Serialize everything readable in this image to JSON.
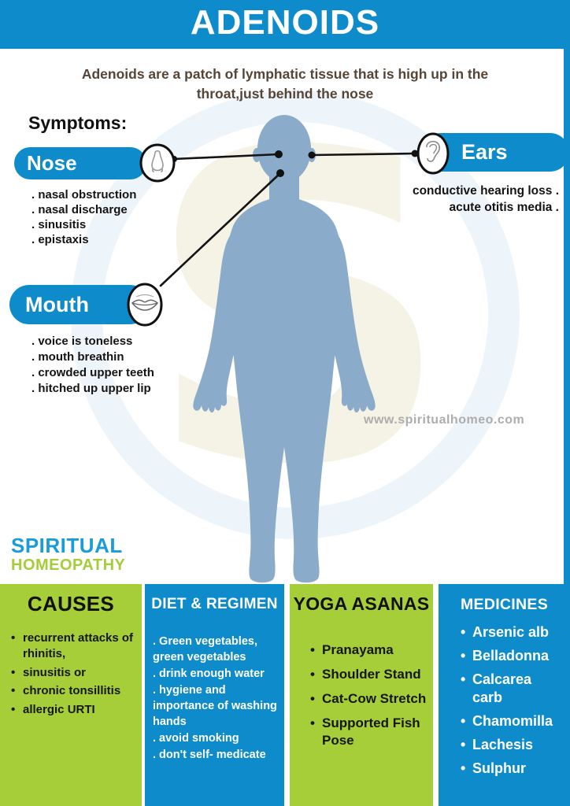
{
  "colors": {
    "primary_blue": "#0E8BCA",
    "accent_green": "#A6CE38",
    "body_silhouette": "#8AABC9",
    "intro_brown": "#564537",
    "text_dark": "#141414",
    "watermark_gray": "#ADADAD",
    "logo_blue": "#1A9CD8",
    "logo_green": "#A5CD3B",
    "ring_light_blue": "#E3EEF7",
    "cream": "#F3F0E0"
  },
  "header": {
    "title": "ADENOIDS"
  },
  "intro": "Adenoids are a patch of lymphatic tissue that is high up in the throat,just behind the nose",
  "background_letter": "S",
  "symptoms": {
    "heading": "Symptoms:",
    "nose": {
      "label": "Nose",
      "icon": "nose-icon",
      "items": [
        ". nasal obstruction",
        ". nasal discharge",
        ". sinusitis",
        ". epistaxis"
      ]
    },
    "ears": {
      "label": "Ears",
      "icon": "ear-icon",
      "items": [
        "conductive hearing loss .",
        "acute otitis media ."
      ]
    },
    "mouth": {
      "label": "Mouth",
      "icon": "lips-icon",
      "items": [
        ". voice is toneless",
        ". mouth breathin",
        ". crowded upper teeth",
        ". hitched up upper lip"
      ]
    }
  },
  "watermark": "www.spiritualhomeo.com",
  "logo": {
    "line1": "SPIRITUAL",
    "line2": "HOMEOPATHY"
  },
  "columns": [
    {
      "title": "CAUSES",
      "items": [
        "recurrent attacks of rhinitis,",
        "sinusitis or",
        "chronic tonsillitis",
        "allergic URTI"
      ]
    },
    {
      "title": "DIET & REGIMEN",
      "items": [
        ". Green vegetables, green vegetables",
        ". drink enough water",
        ". hygiene and importance of washing hands",
        ". avoid smoking",
        ". don't self- medicate"
      ]
    },
    {
      "title": "YOGA ASANAS",
      "items": [
        "Pranayama",
        "Shoulder Stand",
        "Cat-Cow Stretch",
        "Supported Fish Pose"
      ]
    },
    {
      "title": "MEDICINES",
      "items": [
        "Arsenic alb",
        "Belladonna",
        "Calcarea carb",
        "Chamomilla",
        "Lachesis",
        "Sulphur"
      ]
    }
  ]
}
